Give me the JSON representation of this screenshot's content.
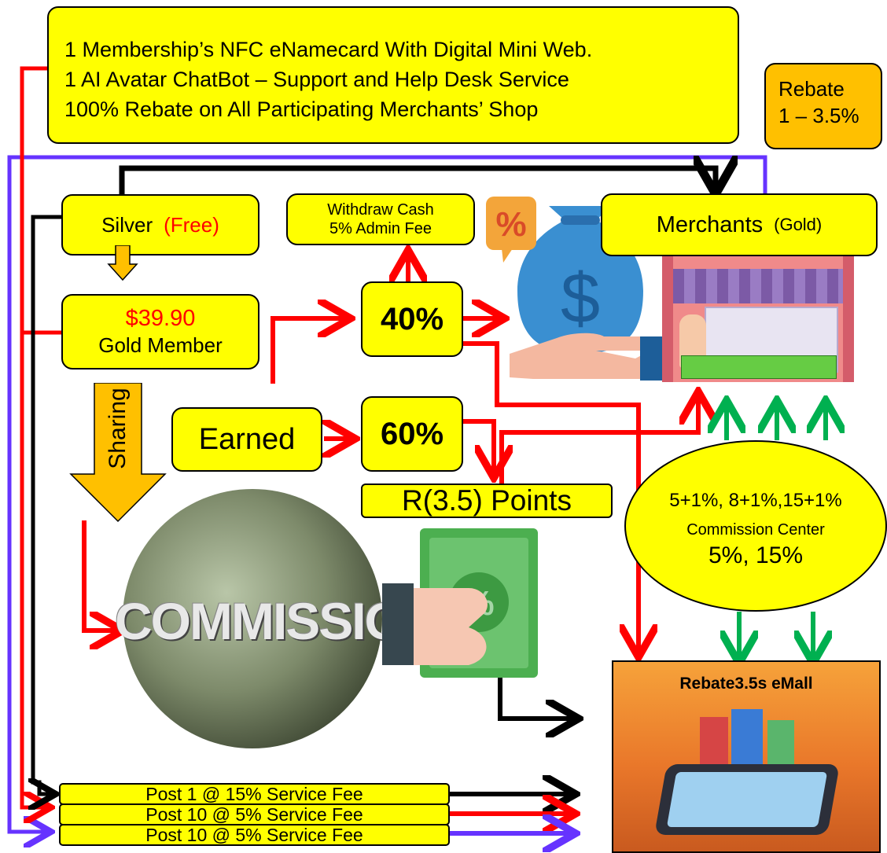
{
  "top_box": {
    "line1": "1 Membership’s NFC eNamecard With Digital Mini Web.",
    "line2": "1 AI Avatar ChatBot – Support and Help Desk Service",
    "line3": "100% Rebate on All Participating Merchants’ Shop"
  },
  "rebate_box": {
    "line1": "Rebate",
    "line2": "1 – 3.5%"
  },
  "silver": {
    "label": "Silver",
    "free": "(Free)"
  },
  "withdraw": {
    "line1": "Withdraw  Cash",
    "line2": "5% Admin Fee"
  },
  "merchants": {
    "label": "Merchants",
    "tier": "(Gold)"
  },
  "gold": {
    "price": "$39.90",
    "label": "Gold Member"
  },
  "pct40": "40%",
  "pct60": "60%",
  "earned": "Earned",
  "sharing": "Sharing",
  "points": "R(3.5) Points",
  "commission_center": {
    "line1": "5+1%, 8+1%,15+1%",
    "line2": "Commission Center",
    "line3": "5%, 15%"
  },
  "commission_word": "COMMISSION",
  "emall": {
    "title": "Rebate3.5s eMall"
  },
  "posts": [
    {
      "label": "Post 1  @ 15% Service Fee"
    },
    {
      "label": "Post 10  @ 5% Service Fee"
    },
    {
      "label": "Post 10  @ 5% Service Fee"
    }
  ],
  "colors": {
    "yellow": "#ffff00",
    "orange": "#ffc000",
    "red": "#ff0000",
    "black": "#000000",
    "purple": "#6633ff",
    "green": "#00b050"
  },
  "icons": [
    "money-bag-icon",
    "percent-badge-icon",
    "shop-front-icon",
    "money-ball-icon",
    "hand-percent-icon",
    "mall-phone-icon"
  ]
}
